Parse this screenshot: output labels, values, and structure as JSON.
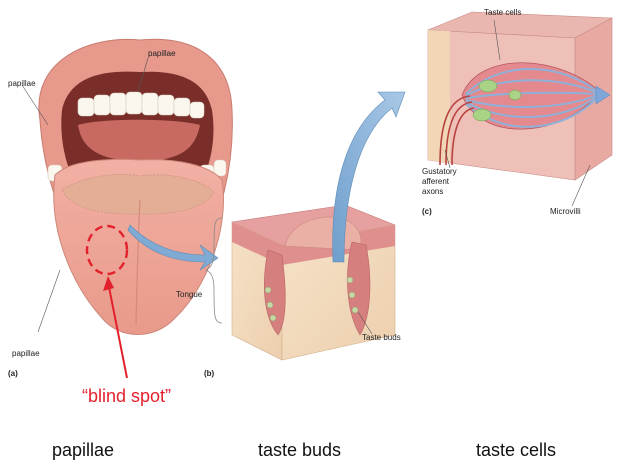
{
  "panel_a": {
    "label_papillae_left": "papillae",
    "label_papillae_top": "papillae",
    "label_papillae_bottom": "papillae",
    "panel_letter": "(a)"
  },
  "panel_b": {
    "label_tongue": "Tongue",
    "label_taste_buds": "Taste buds",
    "panel_letter": "(b)"
  },
  "panel_c": {
    "label_taste_cells": "Taste cells",
    "label_gustatory_1": "Gustatory",
    "label_gustatory_2": "afferent",
    "label_gustatory_3": "axons",
    "label_microvilli": "Microvilli",
    "panel_letter": "(c)"
  },
  "annotation": {
    "blind_spot": "“blind spot”",
    "color": "#e3212d"
  },
  "captions": {
    "left": "papillae",
    "middle": "taste buds",
    "right": "taste cells"
  }
}
